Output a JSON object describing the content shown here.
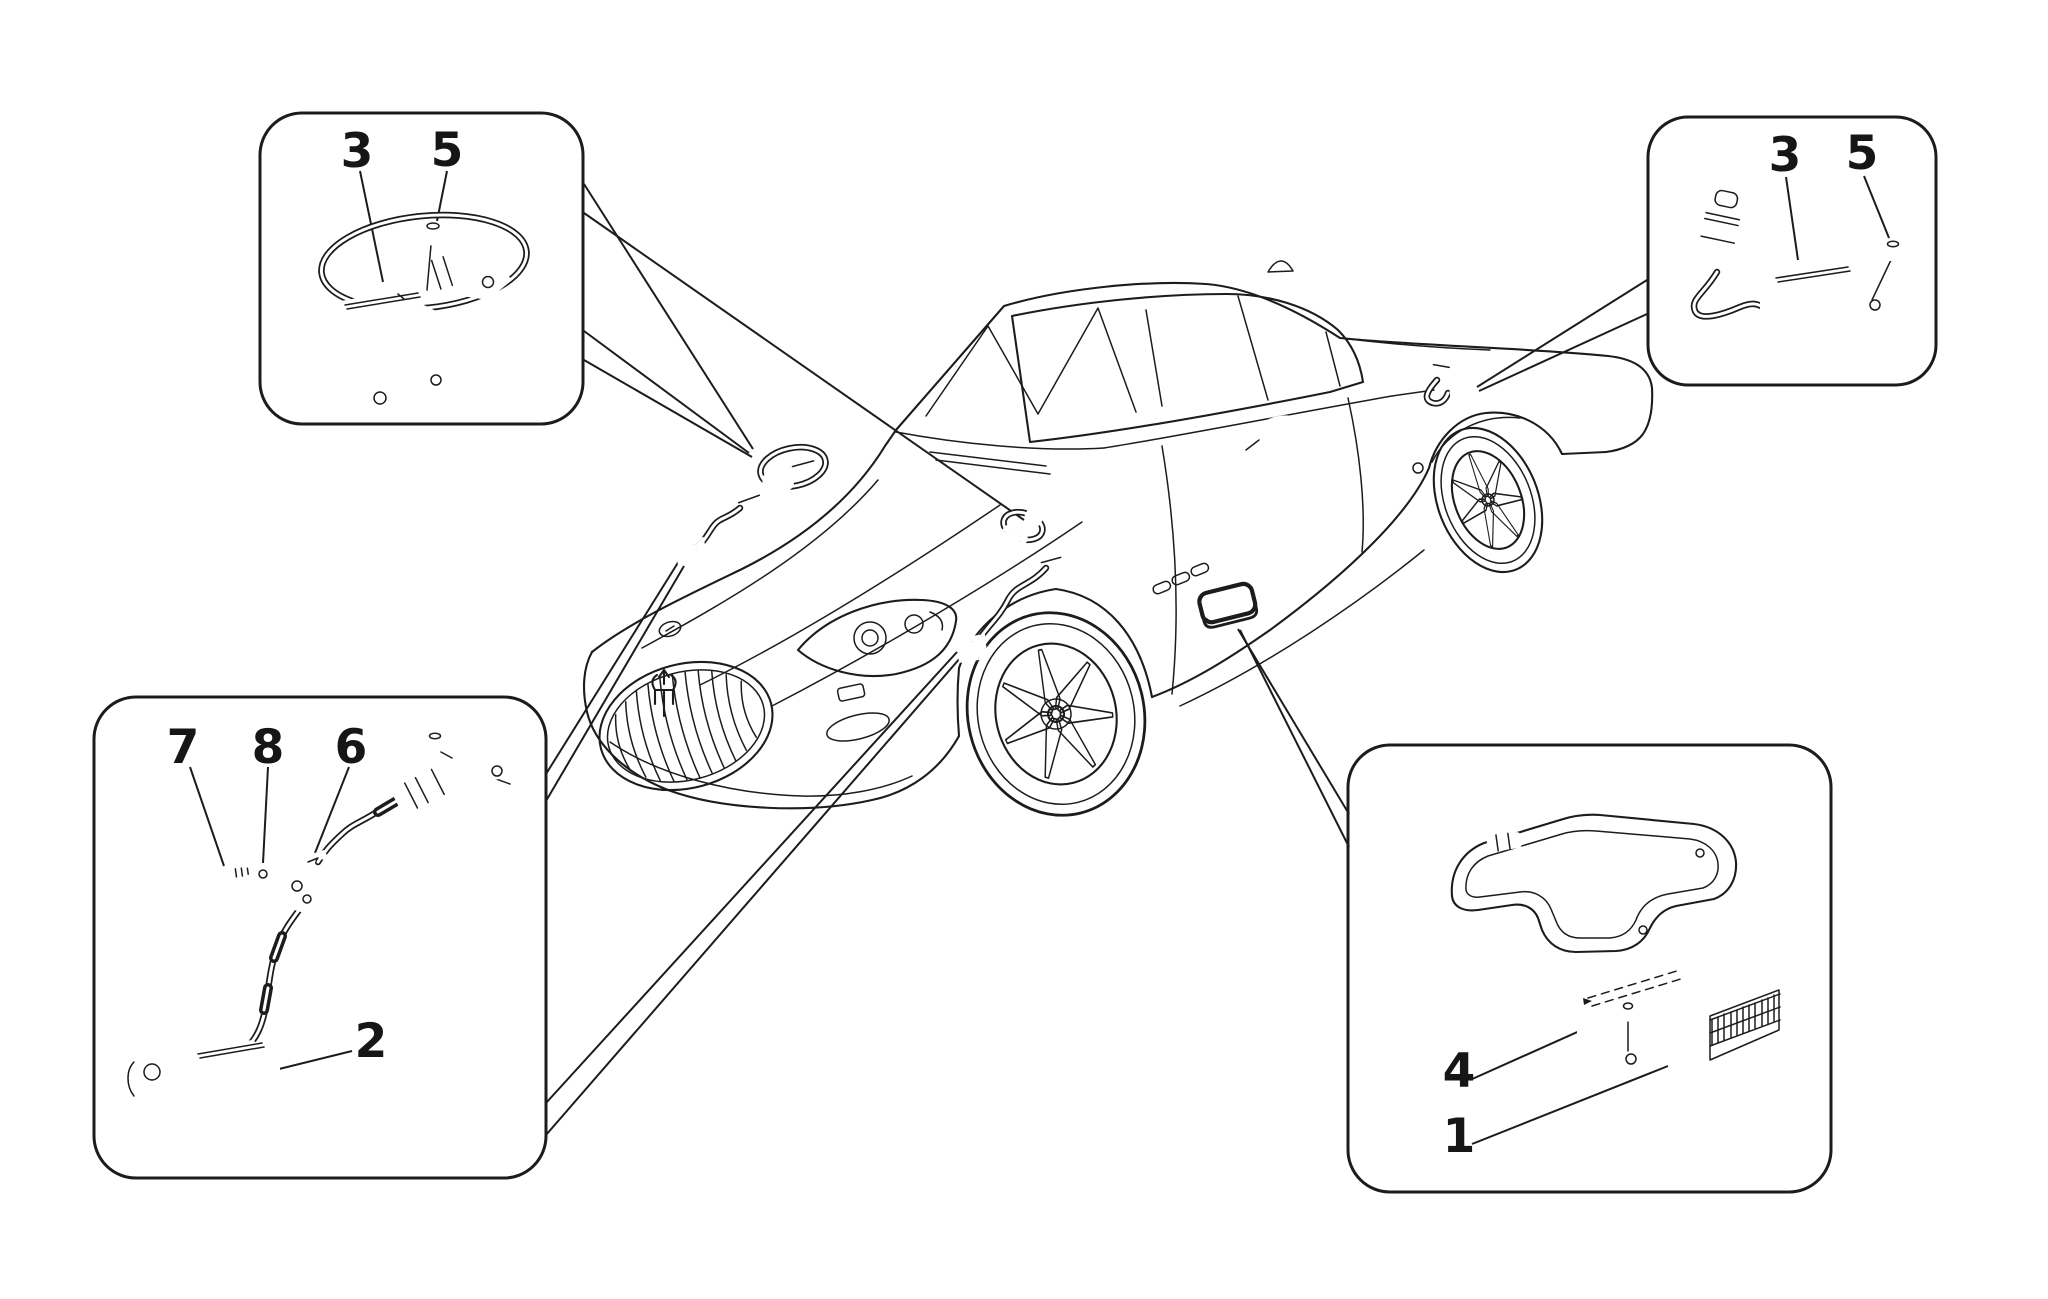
{
  "diagram": {
    "background": "#ffffff",
    "line_color": "#1c1c1c",
    "subject": "car-electronic-sensors-parts-diagram"
  },
  "callouts": {
    "top_left": {
      "labels": [
        "3",
        "5"
      ]
    },
    "top_right": {
      "labels": [
        "3",
        "5"
      ]
    },
    "bottom_left": {
      "labels": [
        "7",
        "8",
        "6",
        "2"
      ]
    },
    "bottom_right": {
      "labels": [
        "4",
        "1"
      ]
    }
  }
}
